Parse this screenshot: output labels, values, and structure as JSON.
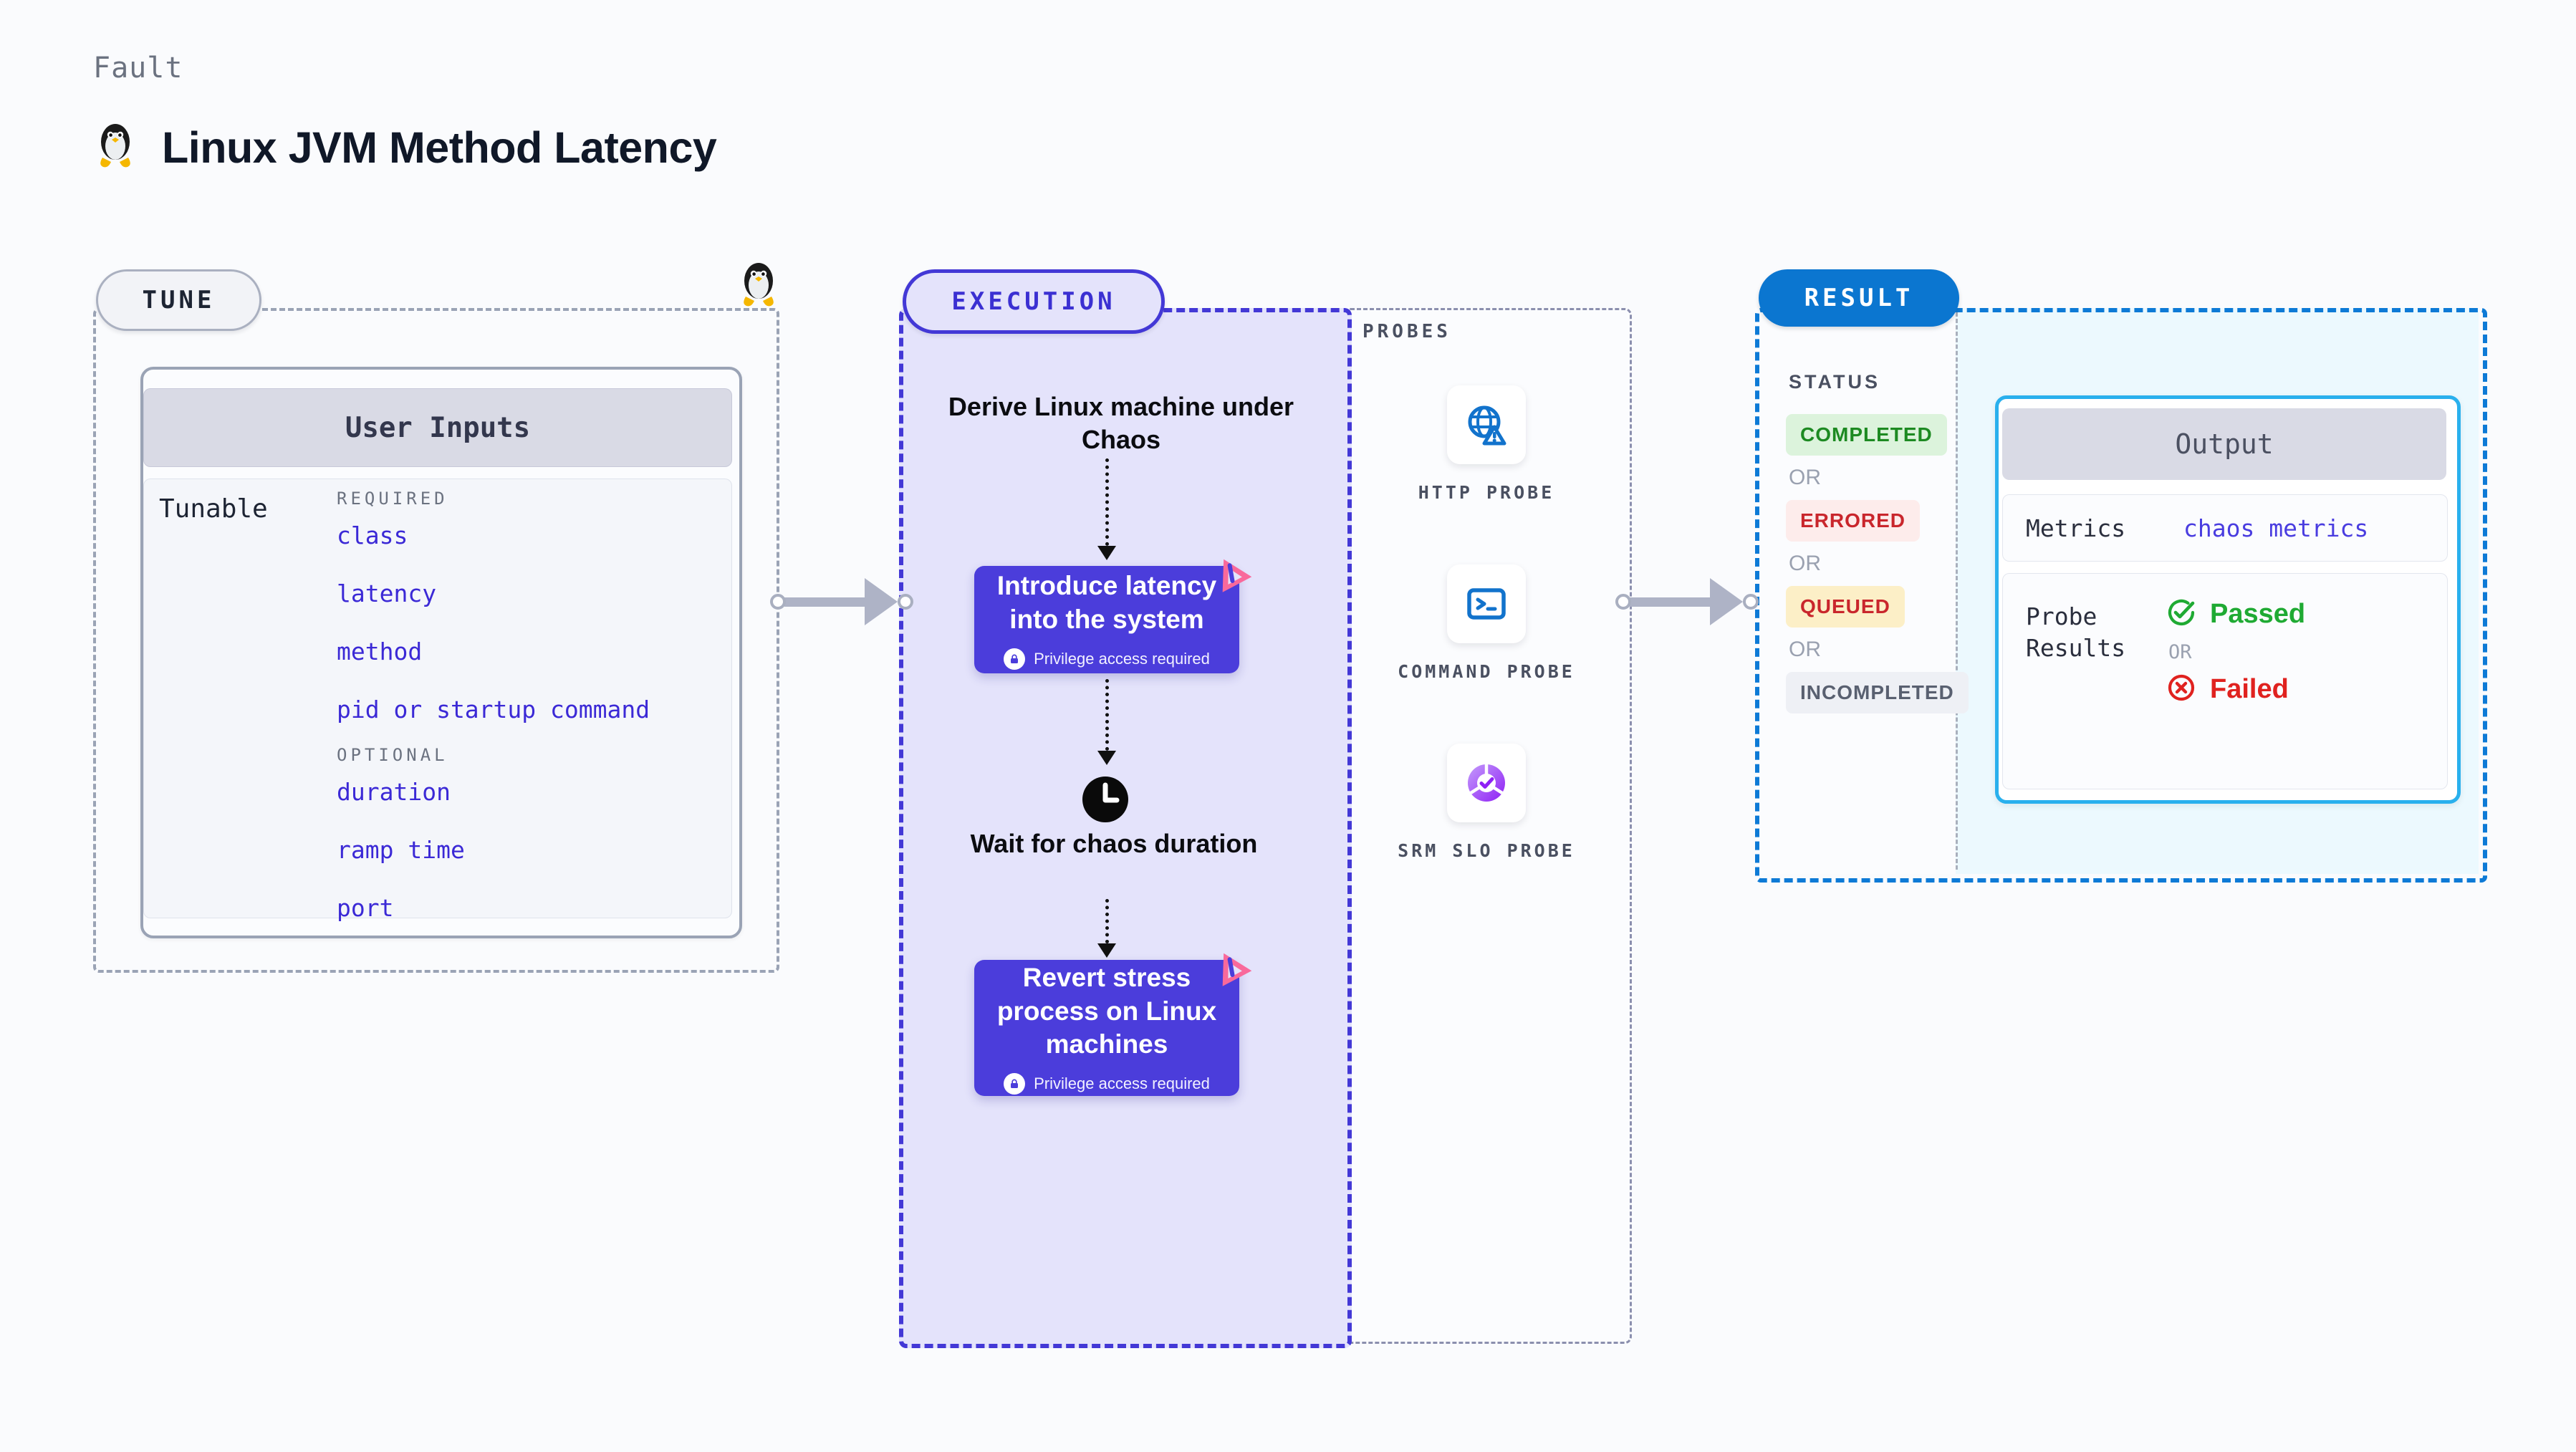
{
  "header": {
    "eyebrow": "Fault",
    "title": "Linux JVM Method Latency",
    "icon": "linux-penguin-icon"
  },
  "tune": {
    "pill_label": "TUNE",
    "card_title": "User Inputs",
    "tunable_label": "Tunable",
    "groups": [
      {
        "label": "REQUIRED",
        "params": [
          "class",
          "latency",
          "method",
          "pid or startup command"
        ]
      },
      {
        "label": "OPTIONAL",
        "params": [
          "duration",
          "ramp time",
          "port"
        ]
      }
    ]
  },
  "execution": {
    "pill_label": "EXECUTION",
    "derive_step": "Derive Linux machine under Chaos",
    "cards": [
      {
        "title": "Introduce latency into the system",
        "privilege_note": "Privilege access required",
        "badge": "chaos-badge-icon"
      },
      {
        "title": "Revert stress process on Linux machines",
        "privilege_note": "Privilege access required",
        "badge": "chaos-badge-icon"
      }
    ],
    "wait_step": "Wait for chaos duration",
    "wait_icon": "clock-icon"
  },
  "probes": {
    "label": "PROBES",
    "items": [
      {
        "name": "HTTP PROBE",
        "icon": "globe-warning-icon"
      },
      {
        "name": "COMMAND PROBE",
        "icon": "terminal-icon"
      },
      {
        "name": "SRM SLO PROBE",
        "icon": "slo-donut-check-icon"
      }
    ]
  },
  "result": {
    "pill_label": "RESULT",
    "status_label": "STATUS",
    "or_label": "OR",
    "statuses": [
      {
        "label": "COMPLETED",
        "bg": "#dcf3dc",
        "fg": "#1d8a22"
      },
      {
        "label": "ERRORED",
        "bg": "#fdeceb",
        "fg": "#c9262c"
      },
      {
        "label": "QUEUED",
        "bg": "#fcefc7",
        "fg": "#c9262c"
      },
      {
        "label": "INCOMPLETED",
        "bg": "#eef0f5",
        "fg": "#596070"
      }
    ],
    "output": {
      "title": "Output",
      "metrics_label": "Metrics",
      "metrics_value": "chaos metrics",
      "probe_results_label": "Probe Results",
      "passed_label": "Passed",
      "failed_label": "Failed",
      "or_label": "OR",
      "passed_icon": "check-circle-icon",
      "failed_icon": "x-circle-icon"
    }
  },
  "colors": {
    "accent_purple": "#4b3ddb",
    "accent_blue": "#0b76d0",
    "badge_pink": "#f9699b",
    "probe_blue": "#1273cc",
    "passed_green": "#1faa33",
    "failed_red": "#e0221f",
    "param_blue": "#3b29d6"
  }
}
